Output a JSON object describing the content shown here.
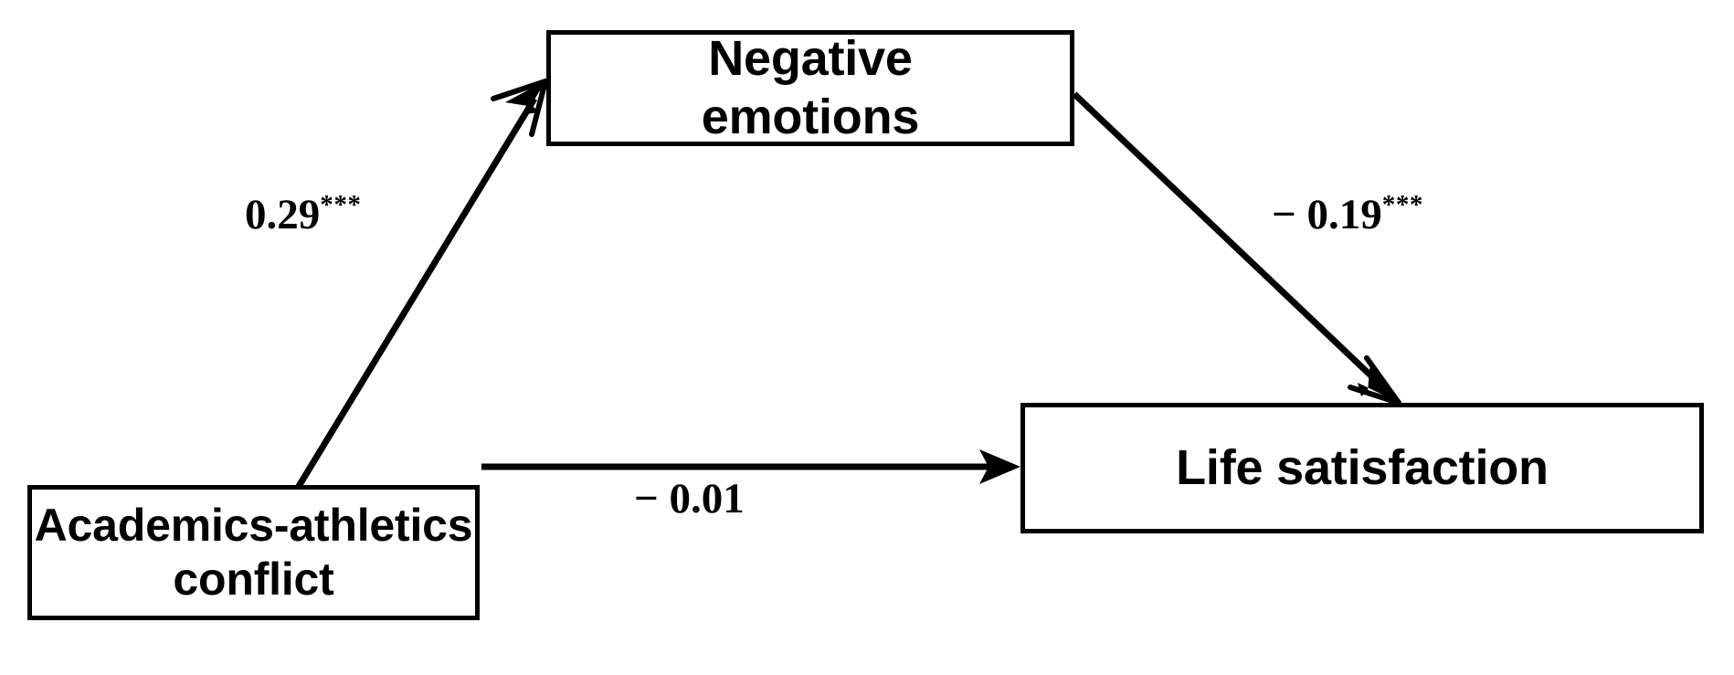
{
  "diagram": {
    "type": "mediation-path-model",
    "background_color": "#ffffff",
    "line_color": "#000000",
    "nodes": [
      {
        "id": "negative_emotions",
        "label": "Negative\nemotions",
        "line1": "Negative",
        "line2": "emotions",
        "role": "mediator"
      },
      {
        "id": "conflict",
        "label": "Academics-athletics\nconflict",
        "line1": "Academics-athletics",
        "line2": "conflict",
        "role": "predictor"
      },
      {
        "id": "life_satisfaction",
        "label": "Life satisfaction",
        "line1": "Life satisfaction",
        "line2": "",
        "role": "outcome"
      }
    ],
    "paths": [
      {
        "id": "a",
        "from": "conflict",
        "to": "negative_emotions",
        "coefficient": "0.29",
        "stars": "***",
        "sign": ""
      },
      {
        "id": "b",
        "from": "negative_emotions",
        "to": "life_satisfaction",
        "coefficient": "0.19",
        "stars": "***",
        "sign": "− "
      },
      {
        "id": "c",
        "from": "conflict",
        "to": "life_satisfaction",
        "coefficient": "0.01",
        "stars": "",
        "sign": "− "
      }
    ],
    "labels": {
      "a": "0.29",
      "a_stars": "***",
      "b": "− 0.19",
      "b_stars": "***",
      "c": "− 0.01",
      "c_stars": ""
    }
  },
  "chart_data": {
    "type": "diagram",
    "title": "",
    "nodes": [
      "Academics-athletics conflict",
      "Negative emotions",
      "Life satisfaction"
    ],
    "edges": [
      {
        "source": "Academics-athletics conflict",
        "target": "Negative emotions",
        "value": 0.29,
        "significance": "***",
        "label": "0.29***"
      },
      {
        "source": "Negative emotions",
        "target": "Life satisfaction",
        "value": -0.19,
        "significance": "***",
        "label": "− 0.19***"
      },
      {
        "source": "Academics-athletics conflict",
        "target": "Life satisfaction",
        "value": -0.01,
        "significance": "",
        "label": "− 0.01"
      }
    ]
  }
}
